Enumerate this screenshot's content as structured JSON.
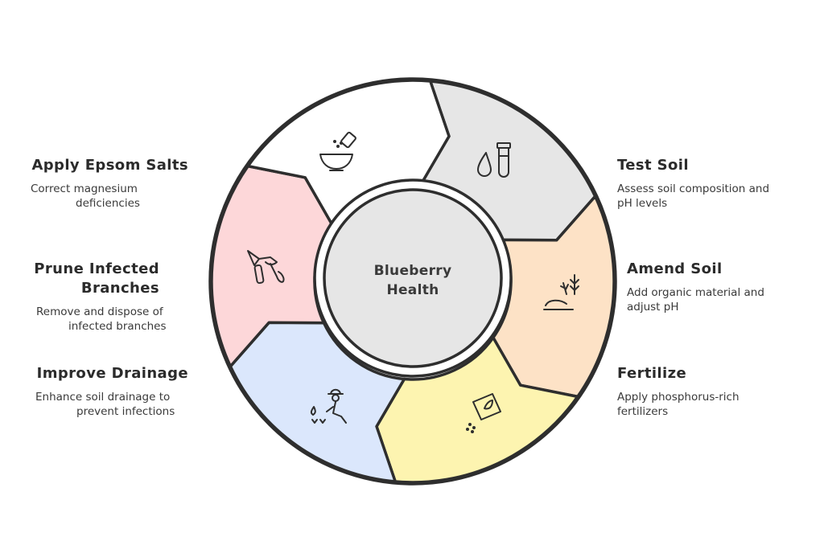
{
  "center": {
    "line1": "Blueberry",
    "line2": "Health"
  },
  "steps": [
    {
      "id": "test-soil",
      "title": "Test Soil",
      "desc_line1": "Assess soil composition and",
      "desc_line2": "pH levels",
      "icon": "test-tube-icon",
      "color": "#e6e6e6"
    },
    {
      "id": "amend-soil",
      "title": "Amend Soil",
      "desc_line1": "Add organic material and",
      "desc_line2": "adjust pH",
      "icon": "plant-sprout-icon",
      "color": "#fde2c6"
    },
    {
      "id": "fertilize",
      "title": "Fertilize",
      "desc_line1": "Apply phosphorus-rich",
      "desc_line2": "fertilizers",
      "icon": "fertilizer-bag-icon",
      "color": "#fdf4b0"
    },
    {
      "id": "improve-drainage",
      "title": "Improve Drainage",
      "desc_line1": "Enhance soil drainage to",
      "desc_line2": "prevent infections",
      "icon": "gardener-icon",
      "color": "#dbe7fc"
    },
    {
      "id": "prune-infected",
      "title": "Prune Infected",
      "title_line2": "Branches",
      "desc_line1": "Remove and dispose of",
      "desc_line2": "infected branches",
      "icon": "pruning-shears-icon",
      "color": "#fdd7d9"
    },
    {
      "id": "apply-epsom",
      "title": "Apply Epsom Salts",
      "desc_line1": "Correct magnesium",
      "desc_line2": "deficiencies",
      "icon": "salt-bowl-icon",
      "color": "#ffffff"
    }
  ],
  "colors": {
    "stroke": "#2e2e2e",
    "center_fill": "#e6e6e6",
    "ring_fill": "#ffffff"
  }
}
